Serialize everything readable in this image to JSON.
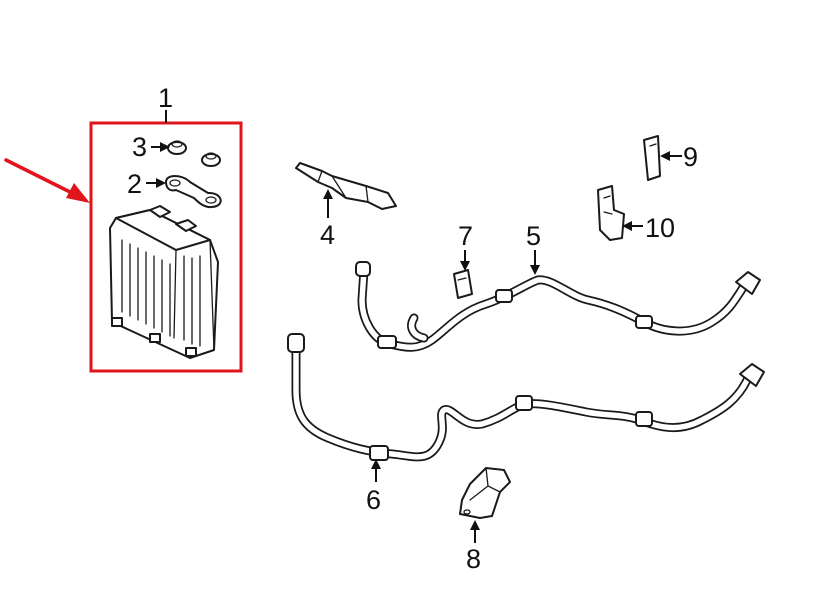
{
  "callouts": {
    "c1": "1",
    "c2": "2",
    "c3": "3",
    "c4": "4",
    "c5": "5",
    "c6": "6",
    "c7": "7",
    "c8": "8",
    "c9": "9",
    "c10": "10"
  },
  "colors": {
    "highlight_box": "#e0151b",
    "pointer_arrow": "#e0151b",
    "line_art": "#1a1a1a",
    "background": "#ffffff"
  },
  "icons": [
    "red-pointer-arrow",
    "arrowhead"
  ]
}
